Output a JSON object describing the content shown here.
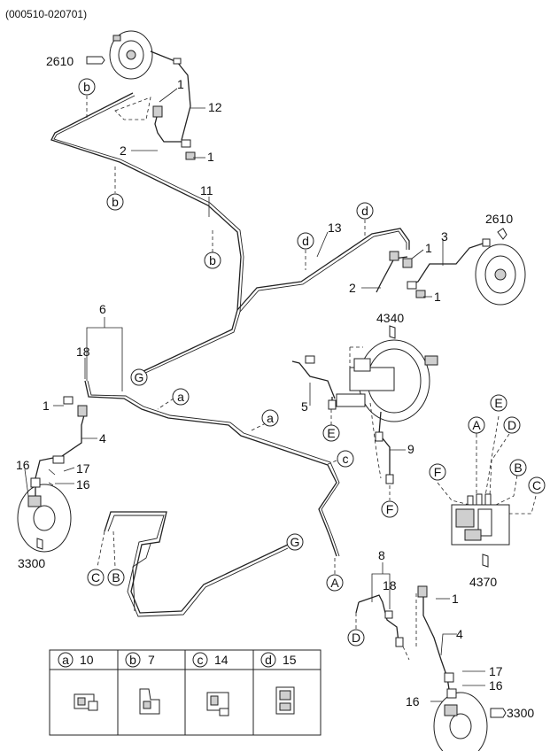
{
  "header": {
    "code": "(000510-020701)"
  },
  "part_numbers": {
    "p1": "1",
    "p2": "2",
    "p3": "3",
    "p4": "4",
    "p5": "5",
    "p6": "6",
    "p8": "8",
    "p9": "9",
    "p11": "11",
    "p12": "12",
    "p13": "13",
    "p16": "16",
    "p17": "17",
    "p18": "18",
    "p2610": "2610",
    "p3300": "3300",
    "p4340": "4340",
    "p4370": "4370"
  },
  "connector_letters": {
    "A": "A",
    "B": "B",
    "C": "C",
    "D": "D",
    "E": "E",
    "F": "F",
    "G": "G"
  },
  "clip_letters": {
    "a": "a",
    "b": "b",
    "c": "c",
    "d": "d"
  },
  "legend": [
    {
      "letter": "a",
      "number": "10"
    },
    {
      "letter": "b",
      "number": "7"
    },
    {
      "letter": "c",
      "number": "14"
    },
    {
      "letter": "d",
      "number": "15"
    }
  ]
}
